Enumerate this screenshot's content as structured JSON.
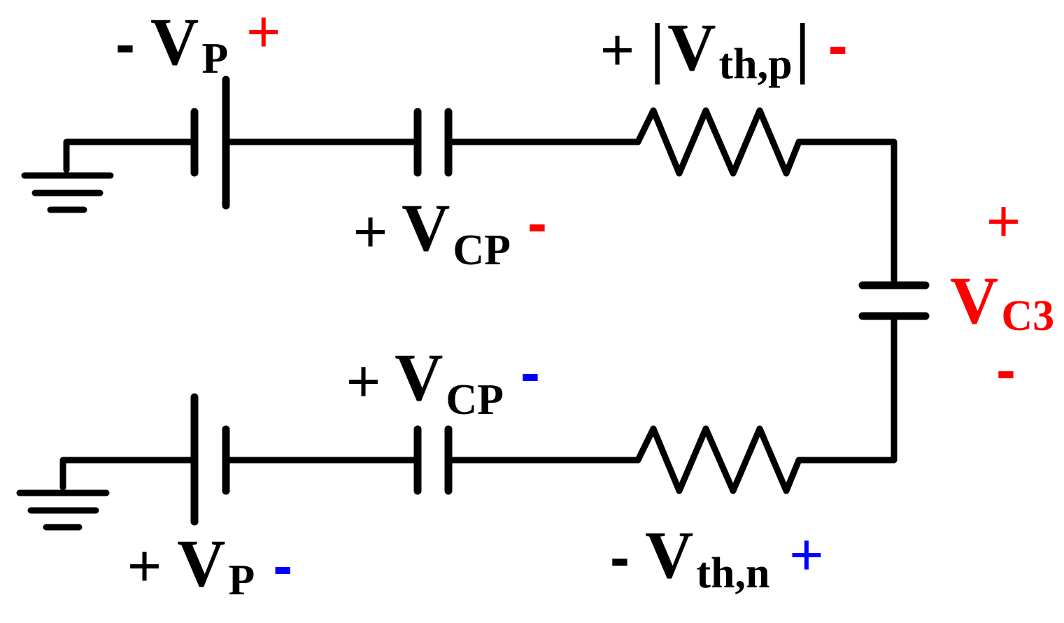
{
  "colors": {
    "wire": "#000000",
    "red": "#ff0000",
    "blue": "#0000ff",
    "background": "#ffffff"
  },
  "labels": {
    "top_source": {
      "minus": "-",
      "symbol": "V",
      "sub": "P",
      "plus": "+"
    },
    "top_cap": {
      "plus": "+",
      "symbol": "V",
      "sub": "CP",
      "minus": "-"
    },
    "top_res": {
      "plus": "+",
      "bar_left": "|",
      "symbol": "V",
      "sub": "th,p",
      "bar_right": "|",
      "minus": "-"
    },
    "right_cap": {
      "plus": "+",
      "symbol": "V",
      "sub": "C3",
      "minus": "-"
    },
    "bottom_cap": {
      "plus": "+",
      "symbol": "V",
      "sub": "CP",
      "minus": "-"
    },
    "bottom_source": {
      "plus": "+",
      "symbol": "V",
      "sub": "P",
      "minus": "-"
    },
    "bottom_res": {
      "minus": "-",
      "symbol": "V",
      "sub": "th,n",
      "plus": "+"
    }
  }
}
